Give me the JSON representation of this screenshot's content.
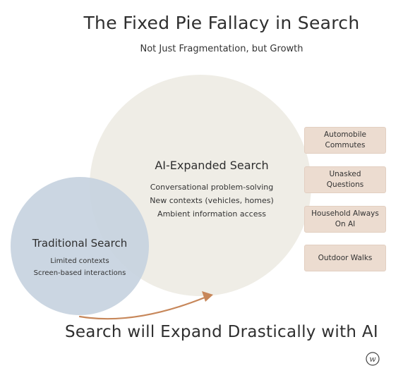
{
  "title": "The Fixed Pie Fallacy in Search",
  "subtitle": "Not Just Fragmentation, but Growth",
  "ai_circle": {
    "heading": "AI-Expanded Search",
    "lines": [
      "Conversational problem-solving",
      "New contexts (vehicles, homes)",
      "Ambient information access"
    ]
  },
  "traditional_circle": {
    "heading": "Traditional Search",
    "lines": [
      "Limited contexts",
      "Screen-based interactions"
    ]
  },
  "tags": [
    {
      "line1": "Automobile",
      "line2": "Commutes"
    },
    {
      "line1": "Unasked",
      "line2": "Questions"
    },
    {
      "line1": "Household Always",
      "line2": "On AI"
    },
    {
      "line1": "Outdoor Walks",
      "line2": ""
    }
  ],
  "footer": "Search will Expand Drastically with AI",
  "signature": "w",
  "colors": {
    "ai_circle": "#efede6",
    "traditional_circle": "#c5d2df",
    "tag_bg": "#ecdcd0",
    "arrow": "#c7875a"
  }
}
